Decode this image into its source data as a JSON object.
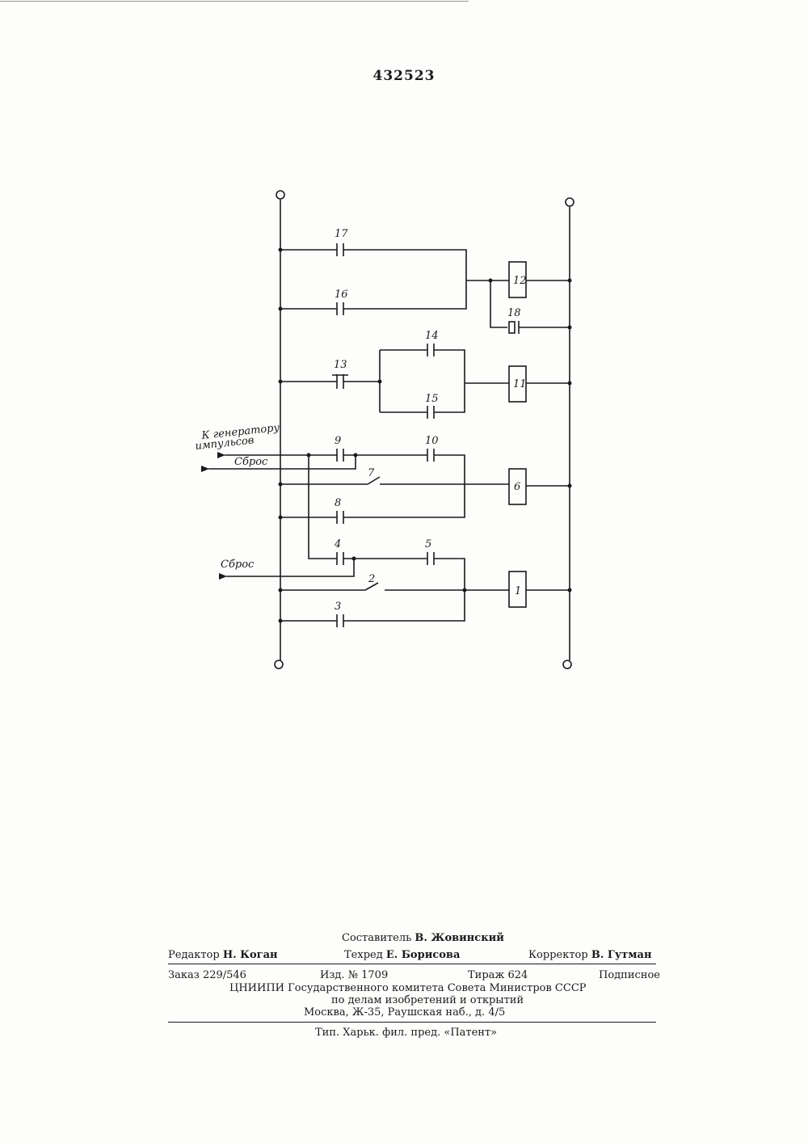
{
  "header": {
    "doc_number": "432523"
  },
  "diagram": {
    "labels": {
      "c17": "17",
      "c16": "16",
      "k12": "12",
      "c18": "18",
      "c14": "14",
      "c13": "13",
      "c15": "15",
      "k11": "11",
      "c9": "9",
      "c10": "10",
      "c7": "7",
      "k6": "6",
      "c8": "8",
      "c4": "4",
      "c5": "5",
      "c2": "2",
      "k1": "1",
      "c3": "3"
    },
    "captions": {
      "gen_line1": "К генератору",
      "gen_line2": "импульсов",
      "reset_top": "Сброс",
      "reset_bottom": "Сброс"
    }
  },
  "footer": {
    "compiler_label": "Составитель",
    "compiler_name": "В. Жовинский",
    "editor_label": "Редактор",
    "editor_name": "Н. Коган",
    "techred_label": "Техред",
    "techred_name": "Е. Борисова",
    "corrector_label": "Корректор",
    "corrector_name": "В. Гутман",
    "order": "Заказ 229/546",
    "edition": "Изд. № 1709",
    "circulation": "Тираж 624",
    "subscription": "Подписное",
    "org_line1": "ЦНИИПИ Государственного комитета Совета Министров СССР",
    "org_line2": "по делам изобретений и открытий",
    "address": "Москва, Ж-35, Раушская наб., д. 4/5",
    "printer": "Тип. Харьк. фил. пред. «Патент»"
  }
}
